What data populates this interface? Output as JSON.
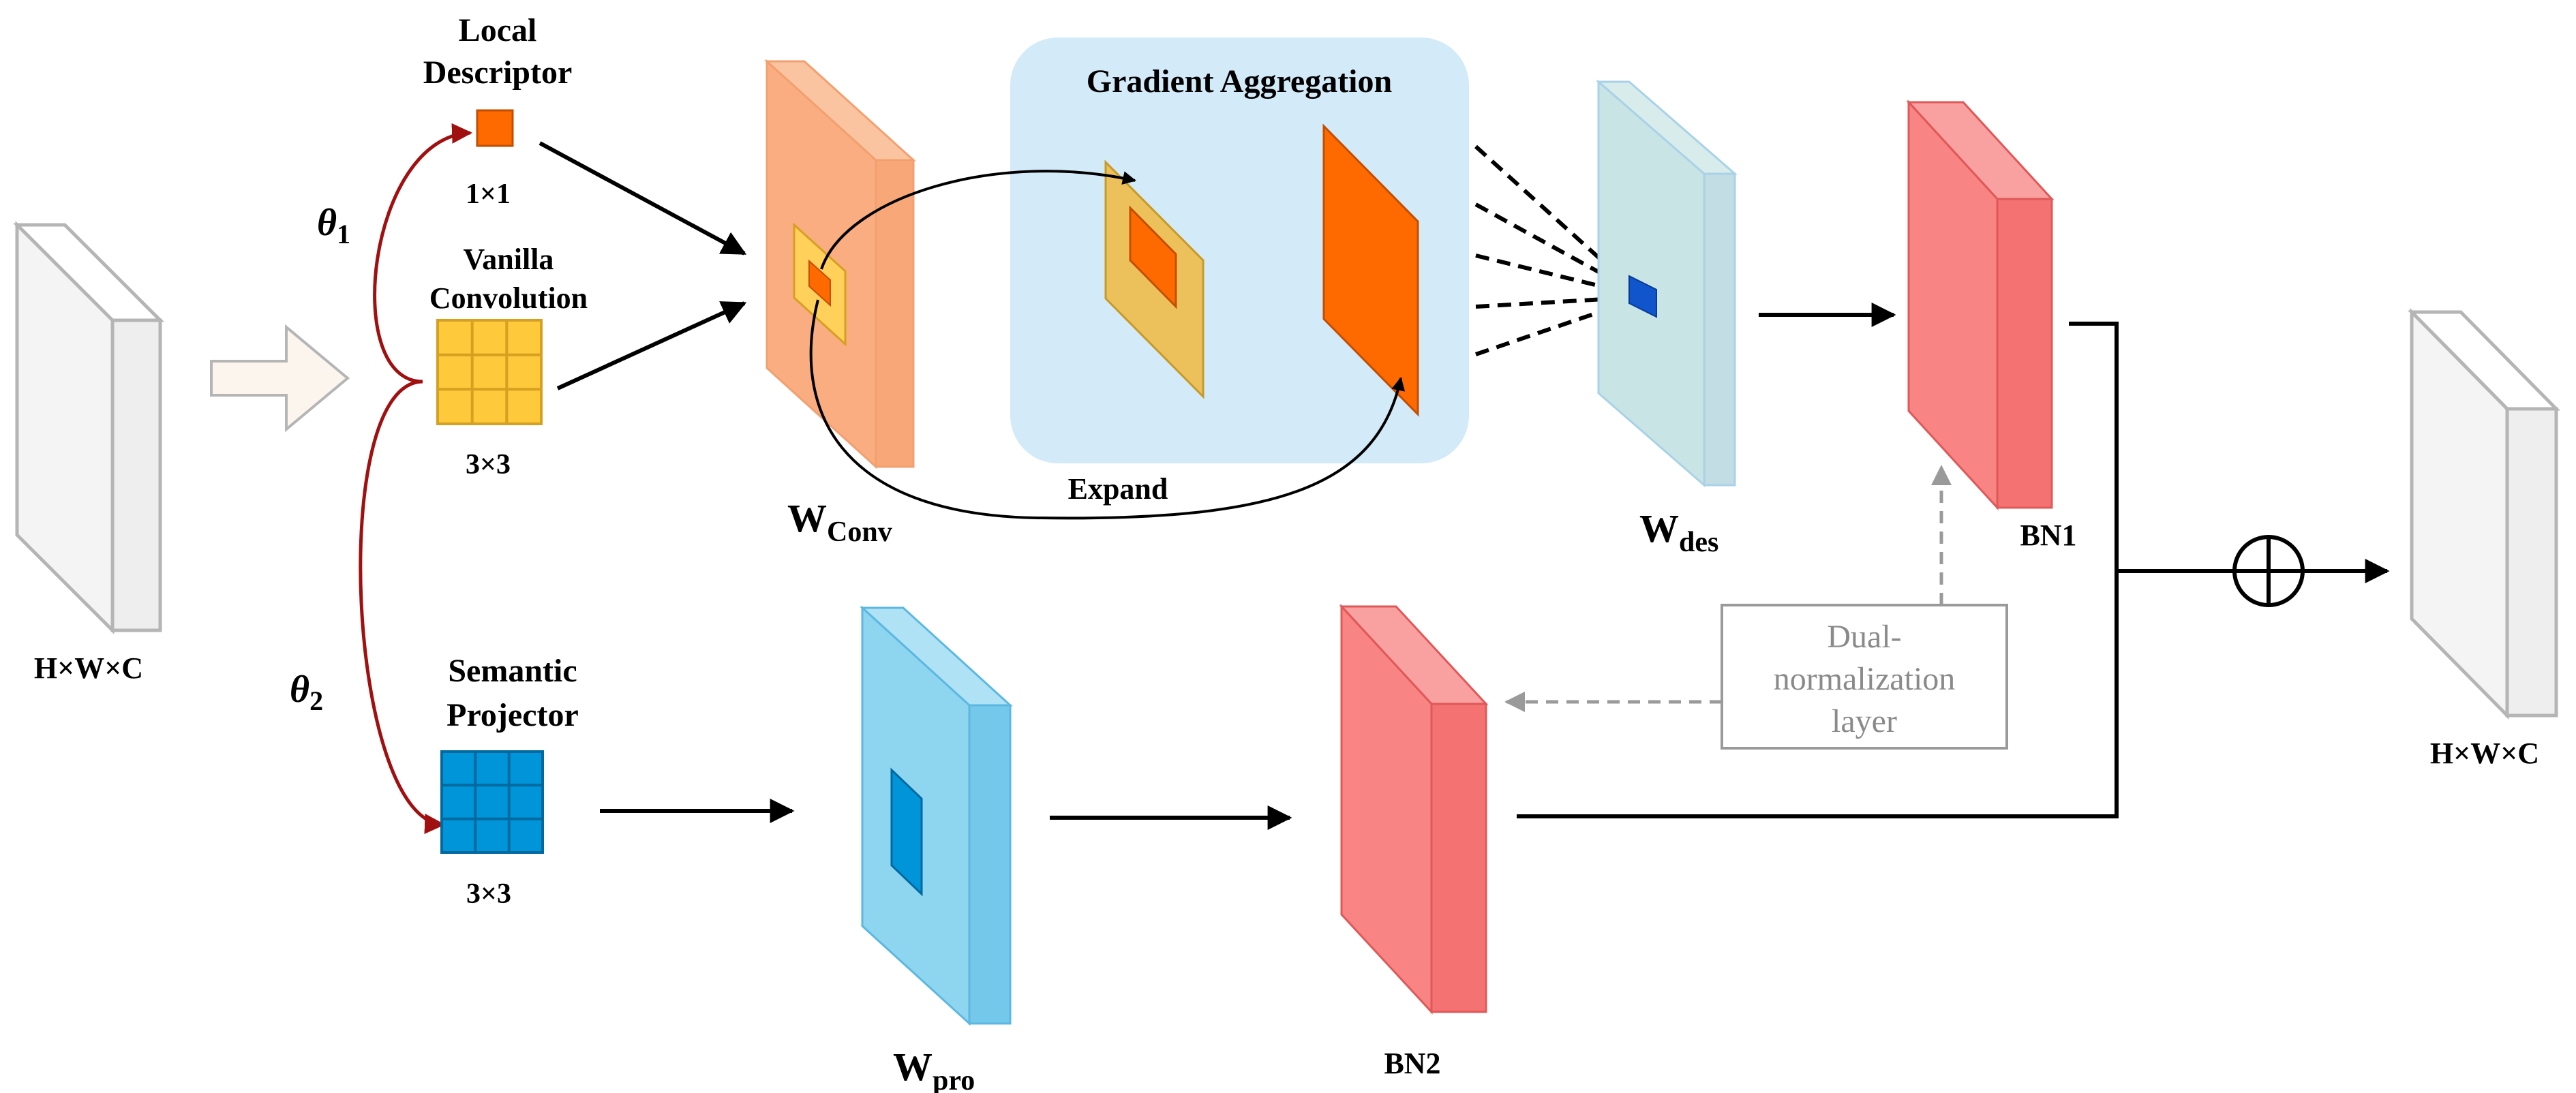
{
  "input_label": "H×W×C",
  "output_label": "H×W×C",
  "theta1": "θ",
  "theta1_sub": "1",
  "theta2": "θ",
  "theta2_sub": "2",
  "local_descriptor": {
    "line1": "Local",
    "line2": "Descriptor",
    "size": "1×1"
  },
  "vanilla_conv": {
    "line1": "Vanilla",
    "line2": "Convolution",
    "size": "3×3"
  },
  "semantic_projector": {
    "line1": "Semantic",
    "line2": "Projector",
    "size": "3×3"
  },
  "gradient_aggregation": "Gradient Aggregation",
  "expand_label": "Expand",
  "w_conv": {
    "main": "W",
    "sub": "Conv"
  },
  "w_des": {
    "main": "W",
    "sub": "des"
  },
  "w_pro": {
    "main": "W",
    "sub": "pro"
  },
  "bn1": "BN1",
  "bn2": "BN2",
  "dual_norm": {
    "line1": "Dual-",
    "line2": "normalization",
    "line3": "layer"
  },
  "colors": {
    "orange_kernel": "#ff6a00",
    "yellow_kernel": "#ffc93c",
    "blue_kernel": "#0095d9",
    "wconv_face": "#f9ad80",
    "gradient_bg": "#d3eaf8",
    "wdes_face": "#c9e4e4",
    "wpro_face": "#8ed5f0",
    "bn_face": "#f98484",
    "theta_arrow": "#a01010"
  }
}
